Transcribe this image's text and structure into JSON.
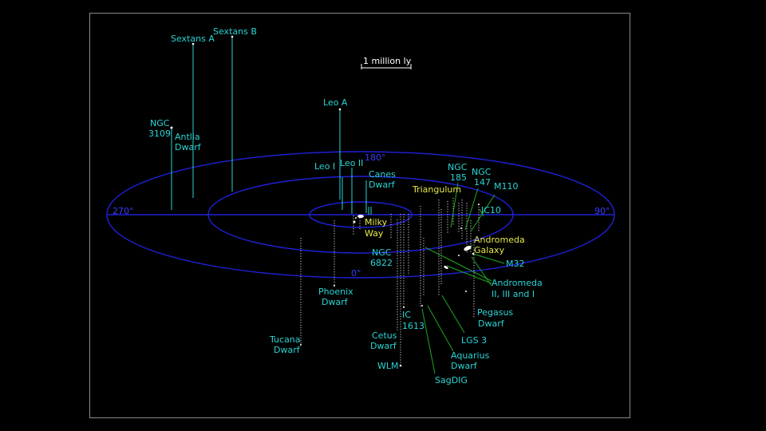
{
  "scale_bar": {
    "label": "1 million ly"
  },
  "degrees": {
    "d0": "0°",
    "d90": "90°",
    "d180": "180°",
    "d270": "270°"
  },
  "labels": {
    "sextans_a": "Sextans A",
    "sextans_b": "Sextans B",
    "ngc3109_l1": "NGC",
    "ngc3109_l2": "3109",
    "antlia_l1": "Antlia",
    "antlia_l2": "Dwarf",
    "leo_a": "Leo A",
    "leo_i": "Leo I",
    "leo_ii": "Leo II",
    "canes_l1": "Canes",
    "canes_l2": "Dwarf",
    "milky_l1": "Milky",
    "milky_l2": "Way",
    "triangulum": "Triangulum",
    "ngc185_l1": "NGC",
    "ngc185_l2": "185",
    "ngc147_l1": "NGC",
    "ngc147_l2": "147",
    "m110": "M110",
    "ic10": "IC10",
    "andromeda_l1": "Andromeda",
    "andromeda_l2": "Galaxy",
    "m32": "M32",
    "andromeda123_l1": "Andromeda",
    "andromeda123_l2": "II, III and I",
    "pegasus_l1": "Pegasus",
    "pegasus_l2": "Dwarf",
    "ngc6822_l1": "NGC",
    "ngc6822_l2": "6822",
    "phoenix_l1": "Phoenix",
    "phoenix_l2": "Dwarf",
    "tucana_l1": "Tucana",
    "tucana_l2": "Dwarf",
    "ic1613_l1": "IC",
    "ic1613_l2": "1613",
    "cetus_l1": "Cetus",
    "cetus_l2": "Dwarf",
    "wlm": "WLM",
    "lgs3": "LGS 3",
    "aquarius_l1": "Aquarius",
    "aquarius_l2": "Dwarf",
    "sagdig": "SagDIG"
  },
  "colors": {
    "background": "#000000",
    "rings": "#2020d8",
    "galaxy_labels": "#2ad4d4",
    "major_galaxy_labels": "#e8e84a",
    "leader_lines": "#1fa81f"
  }
}
